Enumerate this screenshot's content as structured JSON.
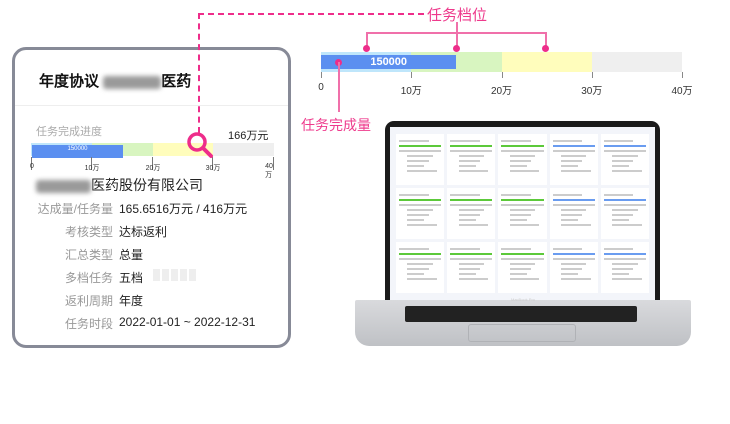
{
  "card": {
    "title": "年度协议",
    "title_suffix": "医药",
    "progress_label": "任务完成进度",
    "total": "166万元",
    "fill_label": "150000",
    "ticks": [
      "0",
      "10万",
      "20万",
      "30万",
      "40万"
    ],
    "company_suffix": "医药股份有限公司",
    "rows": [
      {
        "label": "达成量/任务量",
        "value": "165.6516万元 / 416万元"
      },
      {
        "label": "考核类型",
        "value": "达标返利"
      },
      {
        "label": "汇总类型",
        "value": "总量"
      },
      {
        "label": "多档任务",
        "value": "五档"
      },
      {
        "label": "返利周期",
        "value": "年度"
      },
      {
        "label": "任务时段",
        "value": "2022-01-01 ~ 2022-12-31"
      }
    ]
  },
  "zoom_bar": {
    "fill_label": "150000",
    "fill_value": 150000,
    "max": 400000,
    "ticks": [
      "0",
      "10万",
      "20万",
      "30万",
      "40万"
    ],
    "segment_colors": [
      "#bfe6fb",
      "#d8f5c0",
      "#fffdbc",
      "#efefef"
    ],
    "fill_color": "#5b8ff0"
  },
  "annotations": {
    "tiers": "任务档位",
    "completed": "任务完成量"
  },
  "laptop": {
    "brand": "MacBook Pro"
  },
  "colors": {
    "accent": "#ee2d8a",
    "border": "#878a97"
  }
}
